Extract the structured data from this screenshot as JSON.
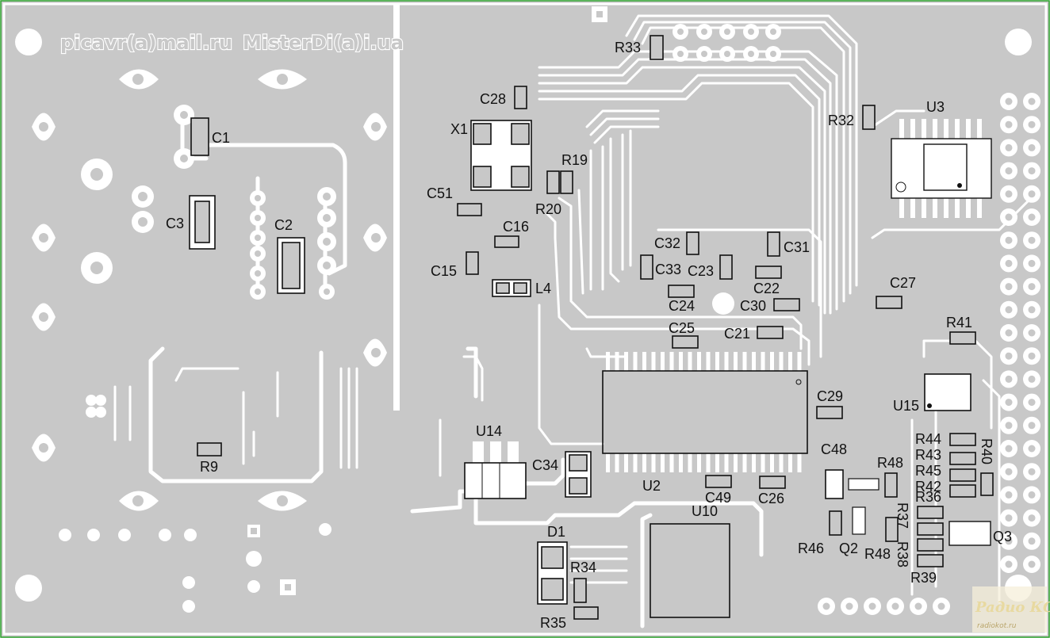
{
  "header": {
    "left_text": "picavr(a)mail.ru",
    "right_text": "MisterDi(a)i.ua"
  },
  "labels": {
    "C1": "C1",
    "C2": "C2",
    "C3": "C3",
    "R9": "R9",
    "X1": "X1",
    "C28": "C28",
    "R33": "R33",
    "R19": "R19",
    "R20": "R20",
    "C51": "C51",
    "C16": "C16",
    "C15": "C15",
    "L4": "L4",
    "C32": "C32",
    "C33": "C33",
    "C23": "C23",
    "C31": "C31",
    "C22": "C22",
    "C24": "C24",
    "C30": "C30",
    "C25": "C25",
    "C21": "C21",
    "C29": "C29",
    "C27": "C27",
    "R32": "R32",
    "U3": "U3",
    "R41": "R41",
    "U15": "U15",
    "U14": "U14",
    "C34": "C34",
    "U2": "U2",
    "C48": "C48",
    "R48a": "R48",
    "R48b": "R48",
    "C49": "C49",
    "C26": "C26",
    "U10": "U10",
    "D1": "D1",
    "R34": "R34",
    "R35": "R35",
    "R44": "R44",
    "R43": "R43",
    "R45": "R45",
    "R42": "R42",
    "R40": "R40",
    "R36": "R36",
    "R37": "R37",
    "R38": "R38",
    "R39": "R39",
    "Q3": "Q3",
    "Q2": "Q2",
    "R46": "R46"
  },
  "watermark": {
    "title": "Paдио КОТ",
    "url": "radiokot.ru"
  },
  "colors": {
    "board": "#c8c8c8",
    "copper_clearance": "#ffffff",
    "silkscreen": "#111111",
    "outline": "#2aa02a"
  }
}
